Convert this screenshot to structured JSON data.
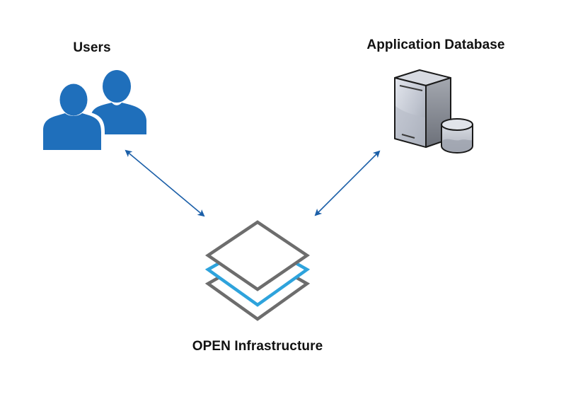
{
  "diagram": {
    "title": "",
    "nodes": [
      {
        "id": "users",
        "label": "Users",
        "icon": "users-icon",
        "color": "#1f6fbb"
      },
      {
        "id": "app_db",
        "label": "Application Database",
        "icon": "server-database-icon",
        "color": "#9ea3ad"
      },
      {
        "id": "open_infra",
        "label": "OPEN Infrastructure",
        "icon": "stacked-layers-icon",
        "colors": {
          "outer": "#6d6d6d",
          "middle": "#2ea3dc"
        }
      }
    ],
    "edges": [
      {
        "from": "users",
        "to": "open_infra",
        "direction": "bidirectional",
        "color": "#1b5fa8"
      },
      {
        "from": "app_db",
        "to": "open_infra",
        "direction": "bidirectional",
        "color": "#1b5fa8"
      }
    ]
  }
}
